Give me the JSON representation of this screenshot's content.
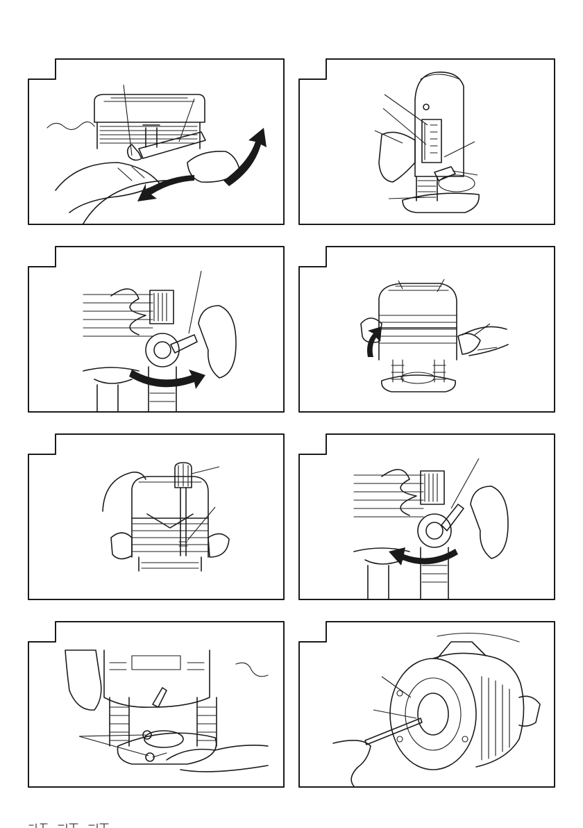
{
  "document": {
    "figures": [
      {
        "id": 1,
        "illustration": "bit-wrench-change-icon"
      },
      {
        "id": 2,
        "illustration": "router-depth-scale-icon"
      },
      {
        "id": 3,
        "illustration": "lock-lever-release-icon"
      },
      {
        "id": 4,
        "illustration": "router-switch-handles-icon"
      },
      {
        "id": 5,
        "illustration": "depth-adjust-knob-icon"
      },
      {
        "id": 6,
        "illustration": "lock-lever-tighten-icon"
      },
      {
        "id": 7,
        "illustration": "stopper-base-screws-icon"
      },
      {
        "id": 8,
        "illustration": "motor-brush-cap-icon"
      }
    ],
    "colors": {
      "ink": "#1a1a1a",
      "paper": "#ffffff"
    }
  }
}
